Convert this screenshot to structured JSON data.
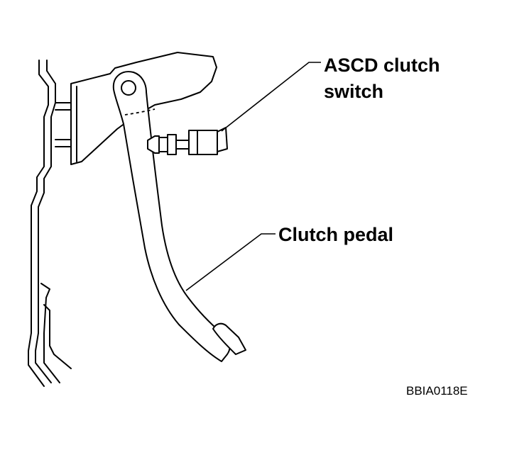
{
  "labels": {
    "switch_line1": "ASCD clutch",
    "switch_line2": "switch",
    "pedal": "Clutch pedal"
  },
  "figure_code": "BBIA0118E",
  "colors": {
    "ink": "#000000",
    "background": "#ffffff"
  }
}
